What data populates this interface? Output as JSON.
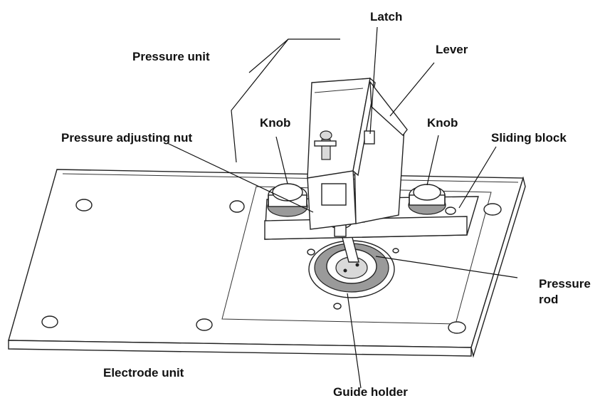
{
  "diagram": {
    "labels": {
      "latch": "Latch",
      "pressure_unit": "Pressure unit",
      "lever": "Lever",
      "knob_left": "Knob",
      "knob_right": "Knob",
      "pressure_adjusting_nut": "Pressure adjusting nut",
      "sliding_block": "Sliding block",
      "pressure_rod_line1": "Pressure",
      "pressure_rod_line2": "rod",
      "electrode_unit": "Electrode unit",
      "guide_holder": "Guide holder"
    }
  }
}
